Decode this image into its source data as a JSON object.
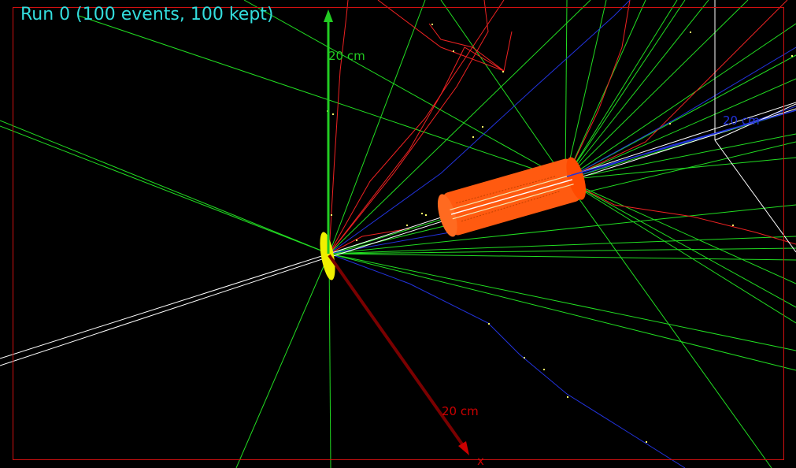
{
  "title": "Run 0 (100 events, 100 kept)",
  "axes": {
    "y_label": "20 cm",
    "x_label": "20 cm",
    "x_letter": "x",
    "z_label": "20 cm"
  },
  "colors": {
    "background": "#000000",
    "frame": "#d01010",
    "title": "#33dddd",
    "gamma_tracks": "#22dd22",
    "negative_tracks": "#ee2222",
    "positive_tracks": "#2233dd",
    "neutral_tracks": "#ffffff",
    "detector": "#ff5a10",
    "source_disc": "#f0f000",
    "y_axis": "#22cc22",
    "x_axis": "#7a0000",
    "steps": "#ffff66"
  },
  "icons": {
    "y_axis_arrow": "arrow-up-icon",
    "x_axis_arrow": "arrow-down-right-icon"
  }
}
